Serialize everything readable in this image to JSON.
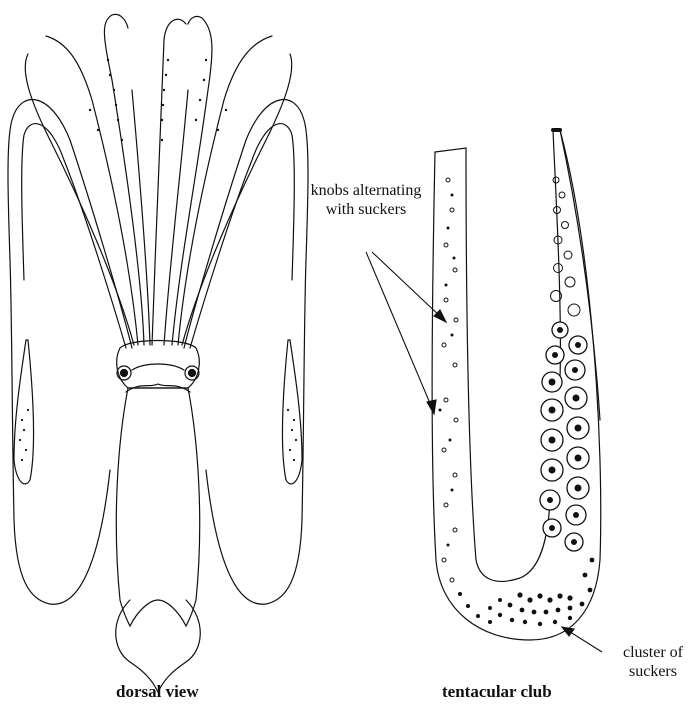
{
  "labels": {
    "knobs": "knobs alternating with suckers",
    "cluster": "cluster of suckers"
  },
  "captions": {
    "dorsal": "dorsal view",
    "club": "tentacular club"
  },
  "colors": {
    "ink": "#111111",
    "paper": "#ffffff"
  }
}
